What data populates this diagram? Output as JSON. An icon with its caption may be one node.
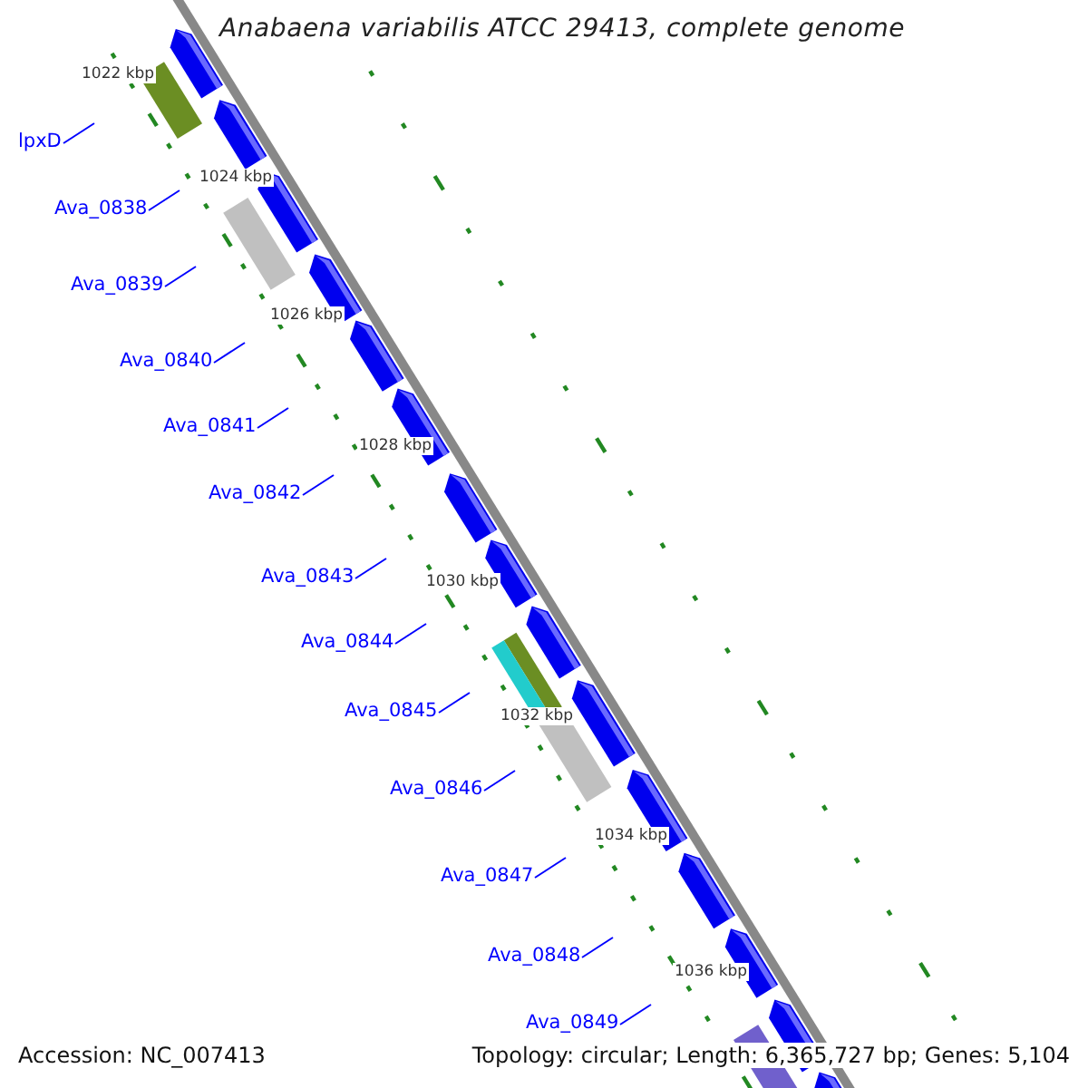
{
  "diagram": {
    "title": "Anabaena variabilis ATCC 29413, complete genome",
    "nodes": [
      {
        "text": [
          "lpxD"
        ]
      },
      {
        "text": [
          "Ava_0838"
        ]
      },
      {
        "text": [
          "Ava_0839"
        ]
      },
      {
        "text": [
          "Ava_0840"
        ]
      },
      {
        "text": [
          "Ava_0841"
        ]
      },
      {
        "text": [
          "Ava_0842"
        ]
      },
      {
        "text": [
          "Ava_0843"
        ]
      },
      {
        "text": [
          "Ava_0844"
        ]
      },
      {
        "text": [
          "Ava_0845"
        ]
      },
      {
        "text": [
          "Ava_0846"
        ]
      },
      {
        "text": [
          "Ava_0847"
        ]
      },
      {
        "text": [
          "Ava_0848"
        ]
      },
      {
        "text": [
          "Ava_0849"
        ]
      }
    ],
    "edges": [
      {
        "from": 0,
        "to": null,
        "arrow": "none"
      },
      {
        "from": 1,
        "to": null,
        "arrow": "none"
      },
      {
        "from": 2,
        "to": null,
        "arrow": "none"
      },
      {
        "from": 3,
        "to": null,
        "arrow": "none"
      },
      {
        "from": 4,
        "to": null,
        "arrow": "none"
      },
      {
        "from": 5,
        "to": null,
        "arrow": "none"
      },
      {
        "from": 6,
        "to": null,
        "arrow": "none"
      },
      {
        "from": 7,
        "to": null,
        "arrow": "none"
      },
      {
        "from": 8,
        "to": null,
        "arrow": "none"
      },
      {
        "from": 9,
        "to": null,
        "arrow": "none"
      },
      {
        "from": 10,
        "to": null,
        "arrow": "none"
      },
      {
        "from": 11,
        "to": null,
        "arrow": "none"
      },
      {
        "from": 12,
        "to": null,
        "arrow": "none"
      }
    ],
    "labels": [
      "1022 kbp",
      "1024 kbp",
      "1026 kbp",
      "1028 kbp",
      "1030 kbp",
      "1032 kbp",
      "1034 kbp",
      "1036 kbp",
      "Accession: NC_007413",
      "Topology: circular; Length: 6,365,727 bp; Genes: 5,104"
    ]
  }
}
